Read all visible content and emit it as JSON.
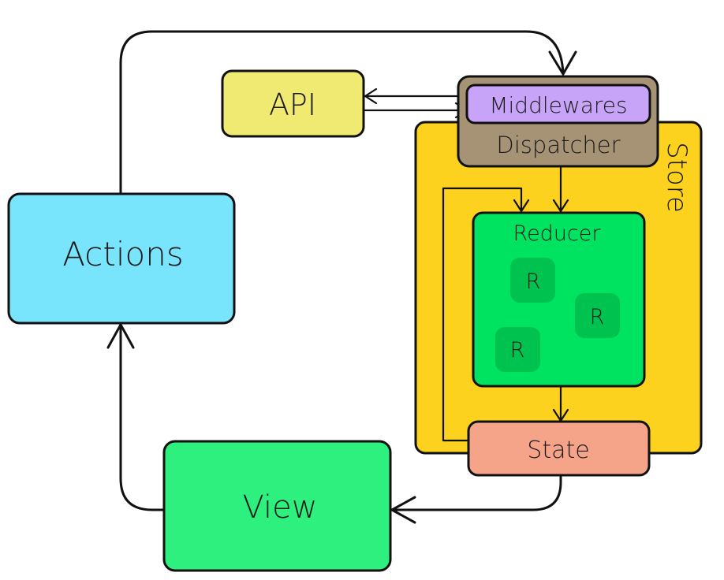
{
  "diagram": {
    "title": "Redux data flow",
    "nodes": {
      "actions": {
        "label": "Actions",
        "color": "#79E5FD"
      },
      "api": {
        "label": "API",
        "color": "#F1EA72"
      },
      "store": {
        "label": "Store",
        "color": "#FCD21F"
      },
      "dispatcher": {
        "label": "Dispatcher",
        "color": "#A69376"
      },
      "middlewares": {
        "label": "Middlewares",
        "color": "#C7A4F8"
      },
      "reducer": {
        "label": "Reducer",
        "color": "#00E361"
      },
      "sub_reducers": [
        {
          "label": "R",
          "color": "#00C24F"
        },
        {
          "label": "R",
          "color": "#00C24F"
        },
        {
          "label": "R",
          "color": "#00C24F"
        }
      ],
      "state": {
        "label": "State",
        "color": "#F5A48A"
      },
      "view": {
        "label": "View",
        "color": "#2EF07E"
      }
    },
    "edges": [
      {
        "from": "Actions",
        "to": "Dispatcher"
      },
      {
        "from": "Middlewares",
        "to": "API"
      },
      {
        "from": "API",
        "to": "Middlewares"
      },
      {
        "from": "Dispatcher",
        "to": "Reducer"
      },
      {
        "from": "State",
        "to": "Reducer"
      },
      {
        "from": "Reducer",
        "to": "State"
      },
      {
        "from": "State",
        "to": "View"
      },
      {
        "from": "View",
        "to": "Actions"
      }
    ]
  }
}
